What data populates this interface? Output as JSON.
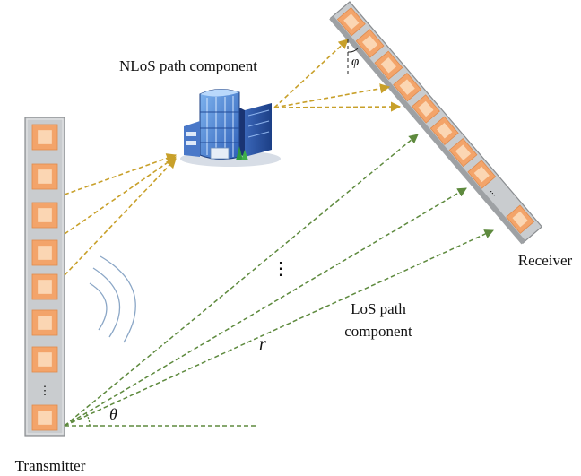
{
  "labels": {
    "nlos": "NLoS path component",
    "los_line1": "LoS path",
    "los_line2": "component",
    "receiver": "Receiver",
    "transmitter": "Transmitter",
    "theta": "θ",
    "phi": "φ",
    "r": "r",
    "vdots": "⋮",
    "tx_dots": "⋮",
    "rx_dots": "..."
  },
  "colors": {
    "nlos_arrow": "#c8a02a",
    "los_arrow": "#5e8a3e",
    "panel_fill": "#c9cccf",
    "panel_edge": "#8a8d90",
    "element_outer": "#f3a46a",
    "element_inner": "#fbd6b3",
    "wave": "#8aa6c6"
  },
  "icons": {
    "building": "office-building-icon",
    "waves": "radio-wave-icon"
  }
}
